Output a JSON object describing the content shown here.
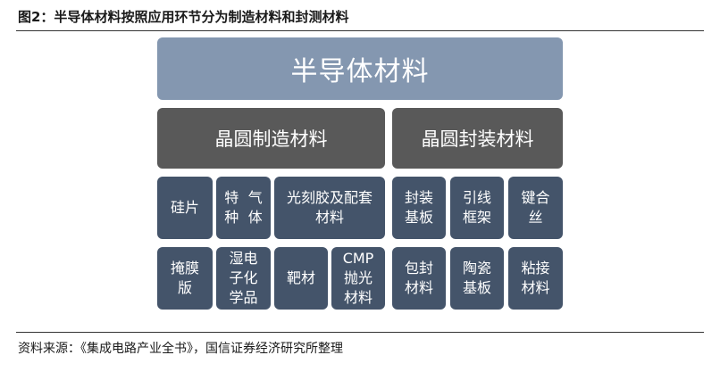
{
  "figure": {
    "caption": "图2：半导体材料按照应用环节分为制造材料和封测材料",
    "source": "资料来源：《集成电路产业全书》，国信证券经济研究所整理"
  },
  "diagram": {
    "root": "半导体材料",
    "branches": [
      {
        "label": "晶圆制造材料",
        "items": [
          {
            "lines": [
              "硅片"
            ]
          },
          {
            "lines": [
              "特种",
              "气体"
            ]
          },
          {
            "lines": [
              "光刻胶及配套",
              "材料"
            ]
          },
          {
            "lines": [
              "掩膜",
              "版"
            ]
          },
          {
            "lines": [
              "湿电",
              "子化",
              "学品"
            ]
          },
          {
            "lines": [
              "靶材"
            ]
          },
          {
            "lines": [
              "CMP",
              "抛光",
              "材料"
            ]
          }
        ]
      },
      {
        "label": "晶圆封装材料",
        "items": [
          {
            "lines": [
              "封装",
              "基板"
            ]
          },
          {
            "lines": [
              "引线",
              "框架"
            ]
          },
          {
            "lines": [
              "键合",
              "丝"
            ]
          },
          {
            "lines": [
              "包封",
              "材料"
            ]
          },
          {
            "lines": [
              "陶瓷",
              "基板"
            ]
          },
          {
            "lines": [
              "粘接",
              "材料"
            ]
          }
        ]
      }
    ]
  }
}
